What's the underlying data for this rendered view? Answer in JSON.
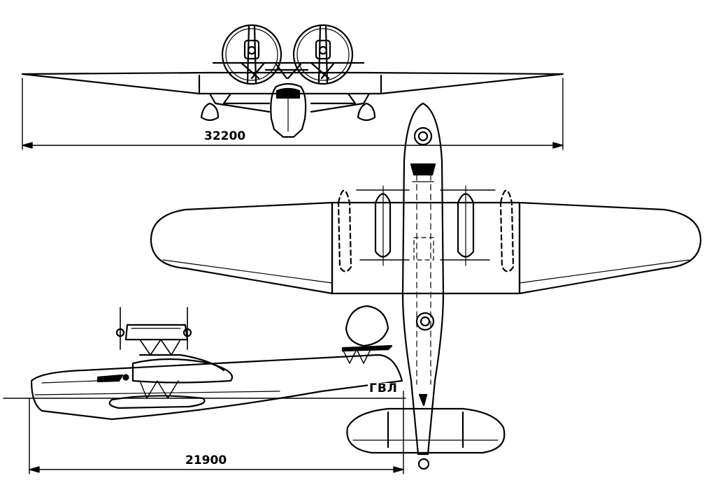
{
  "dimensions": {
    "wingspan": "32200",
    "length": "21900",
    "waterline": "ГВЛ"
  }
}
